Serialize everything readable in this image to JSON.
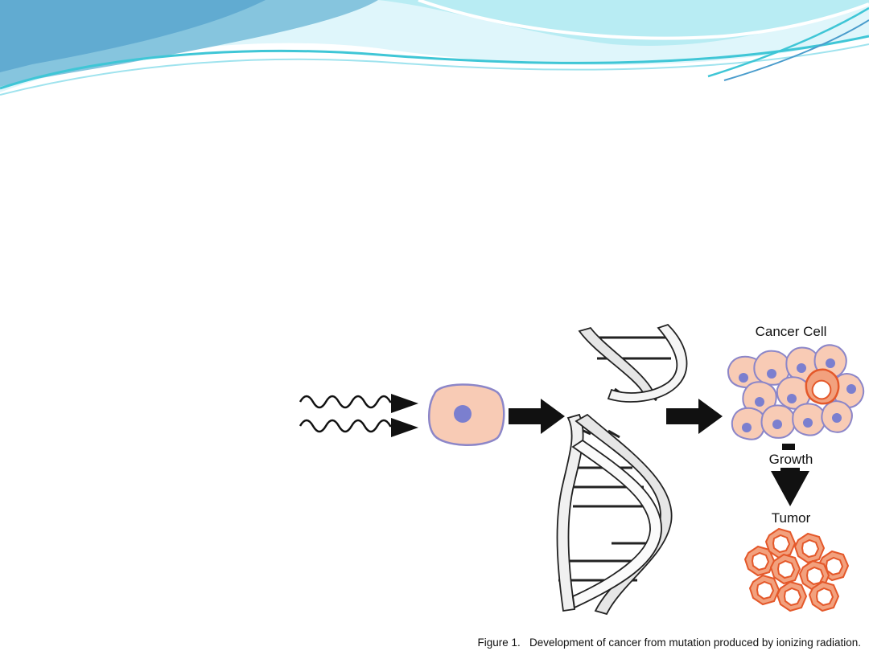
{
  "labels": {
    "cancer_cell": "Cancer Cell",
    "growth": "Growth",
    "tumor": "Tumor"
  },
  "caption": "Figure 1.   Development of cancer from mutation produced by ionizing radiation.",
  "colors": {
    "wave_light": "#aee9f2",
    "wave_teal": "#3fc6d6",
    "wave_blue": "#4a9ccc",
    "cell_fill": "#f8cbb5",
    "cell_border": "#8c86c8",
    "nucleus": "#7b7fcf",
    "tumor_fill": "#f2a17e",
    "tumor_border": "#e4582a"
  },
  "icons": [
    "radiation-wave-icon",
    "arrow-right-icon",
    "arrow-down-icon",
    "dna-helix-icon",
    "cell-icon"
  ]
}
